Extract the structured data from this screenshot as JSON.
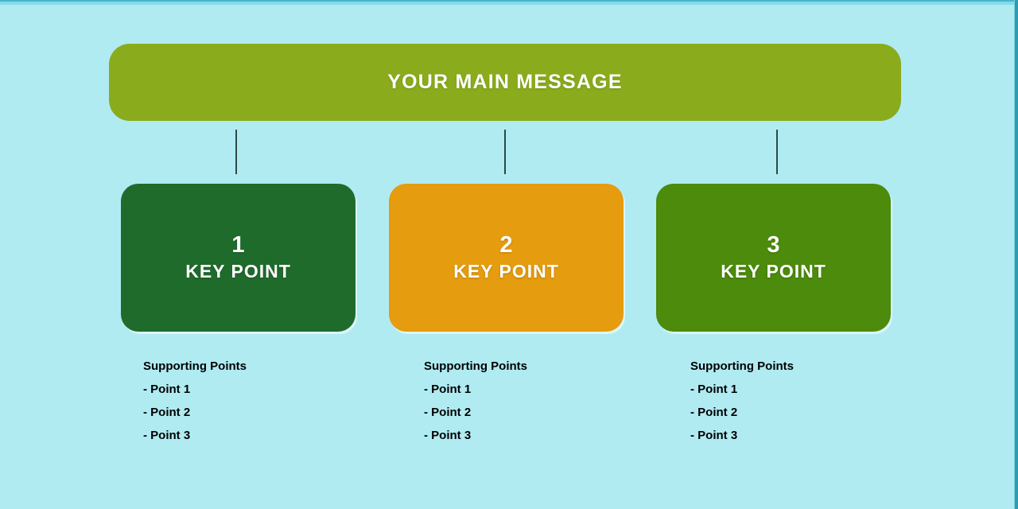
{
  "page": {
    "background": "#b0ebf2",
    "border_top_dark": "#48b5c9",
    "border_top_band": "#85dae7",
    "border_right": "#2a9db3",
    "connector_color": "#2e4a45"
  },
  "main_message": {
    "label": "YOUR MAIN MESSAGE",
    "bg": "#8aab1c",
    "text_color": "#ffffff"
  },
  "key_points": [
    {
      "number": "1",
      "label": "KEY POINT",
      "bg": "#1f6b2c",
      "supporting": {
        "title": "Supporting Points",
        "items": [
          "- Point 1",
          "- Point 2",
          "- Point 3"
        ]
      }
    },
    {
      "number": "2",
      "label": "KEY POINT",
      "bg": "#e59c0e",
      "supporting": {
        "title": "Supporting Points",
        "items": [
          "- Point 1",
          "- Point 2",
          "- Point 3"
        ]
      }
    },
    {
      "number": "3",
      "label": "KEY POINT",
      "bg": "#4c8b0b",
      "supporting": {
        "title": "Supporting Points",
        "items": [
          "- Point 1",
          "- Point 2",
          "- Point 3"
        ]
      }
    }
  ]
}
